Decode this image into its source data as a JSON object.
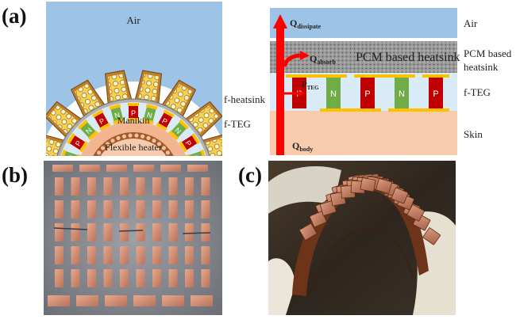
{
  "panels": {
    "a": "(a)",
    "b": "(b)",
    "c": "(c)"
  },
  "diagram_left": {
    "air": "Air",
    "f_heatsink": "f-heatsink",
    "f_teg": "f-TEG",
    "manikin": "Manikin",
    "heater": "Flexible heater",
    "legs": [
      "N",
      "P",
      "N",
      "P",
      "N",
      "P",
      "N",
      "P",
      "N",
      "P",
      "N"
    ]
  },
  "diagram_right": {
    "air": "Air",
    "pcm_heatsink_layer": "PCM based heatsink",
    "pcm_heatsink_side_line1": "PCM based",
    "pcm_heatsink_side_line2": "heatsink",
    "f_teg": "f-TEG",
    "skin": "Skin",
    "q_dissipate_main": "Q",
    "q_dissipate_sub": "dissipate",
    "q_absorb_main": "Q",
    "q_absorb_sub": "absorb",
    "p_teg_main": "P",
    "p_teg_sub": "TEG",
    "q_body_main": "Q",
    "q_body_sub": "body",
    "legs": [
      "P",
      "N",
      "P",
      "N",
      "P"
    ]
  },
  "colors": {
    "air_blue": "#9dc3e6",
    "skin": "#f8cbad",
    "teg_bg": "#d9ebf7",
    "p_leg": "#c00000",
    "n_leg": "#70ad47",
    "copper": "#ffc000",
    "heatsink_brown": "#c07d2a",
    "pcm_gray": "#8c8c8c",
    "arrow_red": "#ff0000"
  }
}
